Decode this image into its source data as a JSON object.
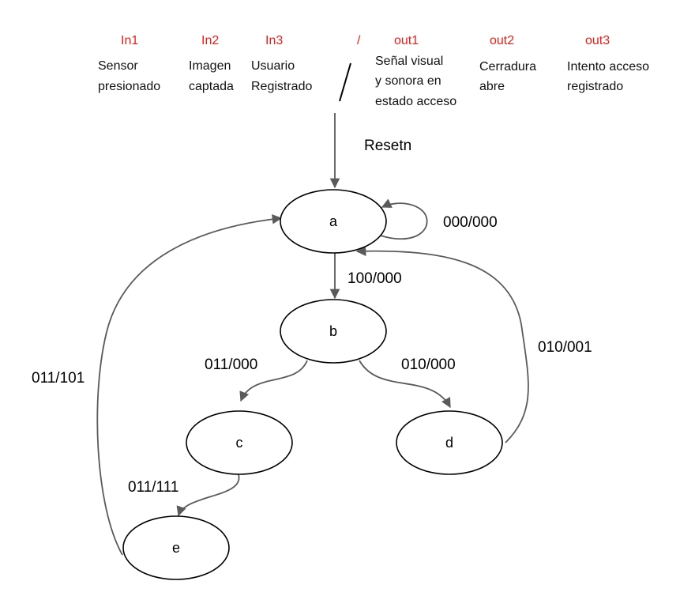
{
  "legend": {
    "inputs": [
      {
        "code": "In1",
        "desc": [
          "Sensor",
          "presionado"
        ]
      },
      {
        "code": "In2",
        "desc": [
          "Imagen",
          "captada"
        ]
      },
      {
        "code": "In3",
        "desc": [
          "Usuario",
          "Registrado"
        ]
      }
    ],
    "separator": "/",
    "outputs": [
      {
        "code": "out1",
        "desc": [
          "Señal visual",
          "y sonora en",
          "estado acceso"
        ]
      },
      {
        "code": "out2",
        "desc": [
          "Cerradura",
          "abre"
        ]
      },
      {
        "code": "out3",
        "desc": [
          "Intento acceso",
          "registrado"
        ]
      }
    ]
  },
  "reset_label": "Resetn",
  "states": [
    "a",
    "b",
    "c",
    "d",
    "e"
  ],
  "transitions": [
    {
      "from": "a",
      "to": "a",
      "label": "000/000"
    },
    {
      "from": "a",
      "to": "b",
      "label": "100/000"
    },
    {
      "from": "b",
      "to": "c",
      "label": "011/000"
    },
    {
      "from": "b",
      "to": "d",
      "label": "010/000"
    },
    {
      "from": "d",
      "to": "a",
      "label": "010/001"
    },
    {
      "from": "c",
      "to": "e",
      "label": "011/111"
    },
    {
      "from": "e",
      "to": "a",
      "label": "011/101"
    }
  ],
  "colors": {
    "header_red": "#e8201a",
    "edge": "#5a5a5a",
    "node_stroke": "#000000"
  }
}
